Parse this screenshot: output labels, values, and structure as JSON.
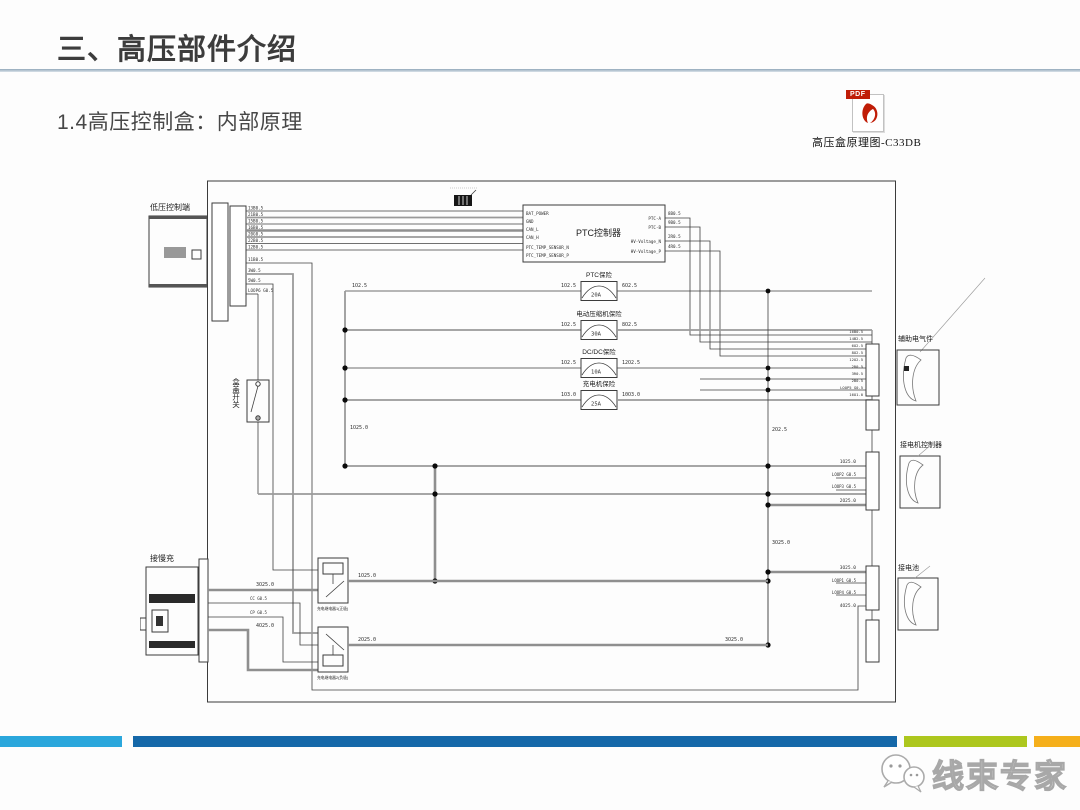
{
  "header": {
    "title": "三、高压部件介绍"
  },
  "subtitle": "1.4高压控制盒：内部原理",
  "pdf_attachment": {
    "badge": "PDF",
    "label": "高压盒原理图-C33DB"
  },
  "diagram": {
    "lv_connector_label": "低压控制端",
    "lv_wires": [
      "13B0.5",
      "21B0.5",
      "15B0.5",
      "16B0.5",
      "20G0.5",
      "22B0.5",
      "12B0.5"
    ],
    "lv_wires2": [
      "11B0.5",
      "3W0.5",
      "5W0.5",
      "LOOP6 G0.5"
    ],
    "ptc": {
      "title": "PTC控制器",
      "left_pins": [
        "BAT_POWER",
        "GND",
        "CAN_L",
        "CAN_H",
        "PTC_TEMP_SENSOR_N",
        "PTC_TEMP_SENSOR_P"
      ],
      "right_pins": [
        "PTC-A",
        "PTC-B",
        "HV-Voltage_N",
        "HV-Voltage_P"
      ],
      "right_wires": [
        "8B0.5",
        "9B0.5",
        "2R0.5",
        "4R0.5"
      ]
    },
    "fuses": [
      {
        "name": "PTC保险",
        "rating": "20A",
        "wire_in": "1O2.5",
        "wire_out": "6O2.5"
      },
      {
        "name": "电动压缩机保险",
        "rating": "30A",
        "wire_in": "1O2.5",
        "wire_out": "8O2.5"
      },
      {
        "name": "DC/DC保险",
        "rating": "10A",
        "wire_in": "1O2.5",
        "wire_out": "12O2.5"
      },
      {
        "name": "充电机保险",
        "rating": "25A",
        "wire_in": "1O3.0",
        "wire_out": "10O3.0"
      }
    ],
    "cover_switch": "盒盖开关",
    "bus_label_left": "1O2.5",
    "bus_label_main": "1O25.0",
    "bus_label_right": "2O2.5",
    "bus_label_right2": "3O25.0",
    "bus_label_bottom": "3O25.0",
    "charge_connector_label": "接慢充",
    "charge_wires": [
      "3O25.0",
      "CC G0.5",
      "CP G0.5",
      "4O25.0"
    ],
    "relays": [
      {
        "caption": "充电继电器1(正极)",
        "wire_out": "1O25.0"
      },
      {
        "caption": "充电继电器2(负极)",
        "wire_out": "2O25.0"
      }
    ],
    "right_column_wires": [
      "16B0.5",
      "14B2.5",
      "6O2.5",
      "8O2.5",
      "12O2.5",
      "2R0.5",
      "3R0.5",
      "2B0.5",
      "LOOP5 G0.5",
      "16O1.0"
    ],
    "right_components": [
      {
        "label": "辅助电气件"
      },
      {
        "label": "接电机控制器",
        "wires": [
          "1O25.0",
          "LOOP2 G0.5",
          "LOOP3 G0.5",
          "2O25.0"
        ]
      },
      {
        "label": "接电池",
        "wires": [
          "3O25.0",
          "LOOP1 G0.5",
          "LOOP4 G0.5",
          "4O25.0"
        ]
      }
    ]
  },
  "footer": {
    "logo_text": "线束专家",
    "bar_colors": {
      "light_blue": "#2BA7DC",
      "dark_blue": "#1568A9",
      "green": "#ADC71E",
      "orange": "#F5AF1B"
    }
  },
  "colors": {
    "title_text": "#3C3C3C",
    "rule": "#93A9BA",
    "wire_thin": "#3F3F3F",
    "wire_heavy": "#8F8F8F",
    "pdf_red": "#C01D07"
  }
}
